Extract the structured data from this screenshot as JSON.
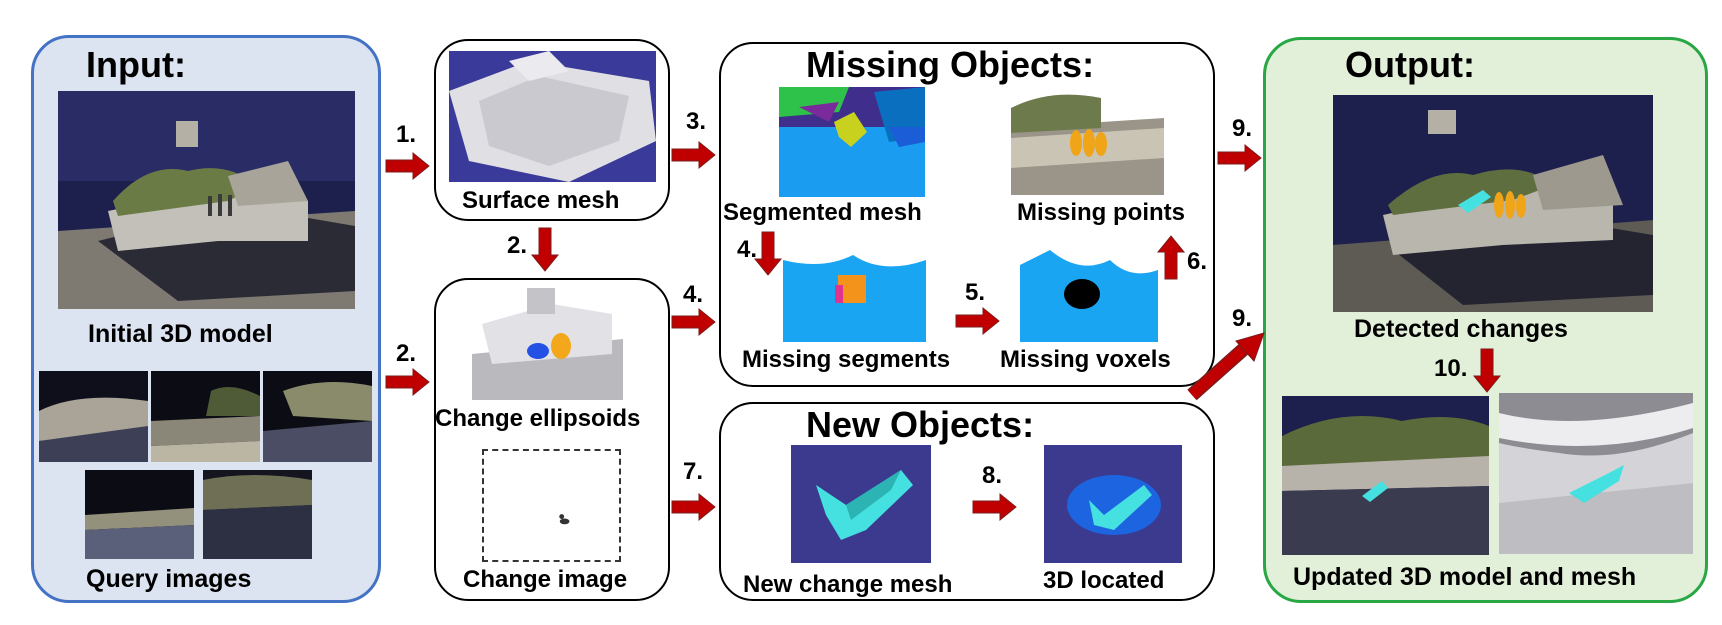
{
  "panels": {
    "input": {
      "title": "Input:",
      "model_caption": "Initial 3D model",
      "query_caption": "Query images"
    },
    "surface": {
      "caption": "Surface mesh"
    },
    "change": {
      "ellipsoids_caption": "Change ellipsoids",
      "image_caption": "Change image"
    },
    "missing": {
      "title": "Missing Objects:",
      "segmented_caption": "Segmented mesh",
      "points_caption": "Missing points",
      "segments_caption": "Missing segments",
      "voxels_caption": "Missing voxels"
    },
    "new": {
      "title": "New Objects:",
      "mesh_caption": "New change mesh",
      "located_caption": "3D located"
    },
    "output": {
      "title": "Output:",
      "detected_caption": "Detected changes",
      "updated_caption": "Updated 3D model and mesh"
    }
  },
  "steps": {
    "s1": "1.",
    "s2a": "2.",
    "s2b": "2.",
    "s3": "3.",
    "s4a": "4.",
    "s4b": "4.",
    "s5": "5.",
    "s6": "6.",
    "s7": "7.",
    "s8": "8.",
    "s9a": "9.",
    "s9b": "9.",
    "s10": "10."
  },
  "colors": {
    "input_fill": "#dce3f1",
    "input_border": "#4472c4",
    "output_fill": "#e2efd9",
    "output_border": "#28a745",
    "arrow_fill": "#c00000",
    "arrow_stroke": "#7b1c1c",
    "segment_blue": "#1a9cf0",
    "night_sky": "#1d1f4d",
    "cyan_object": "#45e0e0"
  }
}
